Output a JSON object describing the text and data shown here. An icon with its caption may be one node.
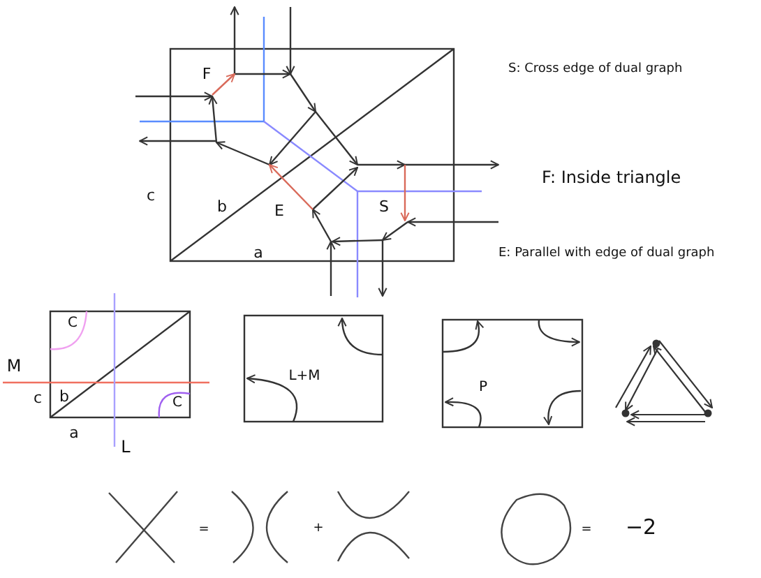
{
  "diagram": {
    "labels": [
      "F",
      "S: Cross edge of dual graph",
      "F: Inside triangle",
      "c",
      "b",
      "E",
      "S",
      "a",
      "E: Parallel with edge of dual graph",
      "C",
      "M",
      "L+M",
      "P",
      "c",
      "b",
      "C",
      "a",
      "L",
      "=",
      "+",
      "=",
      "−2"
    ]
  }
}
